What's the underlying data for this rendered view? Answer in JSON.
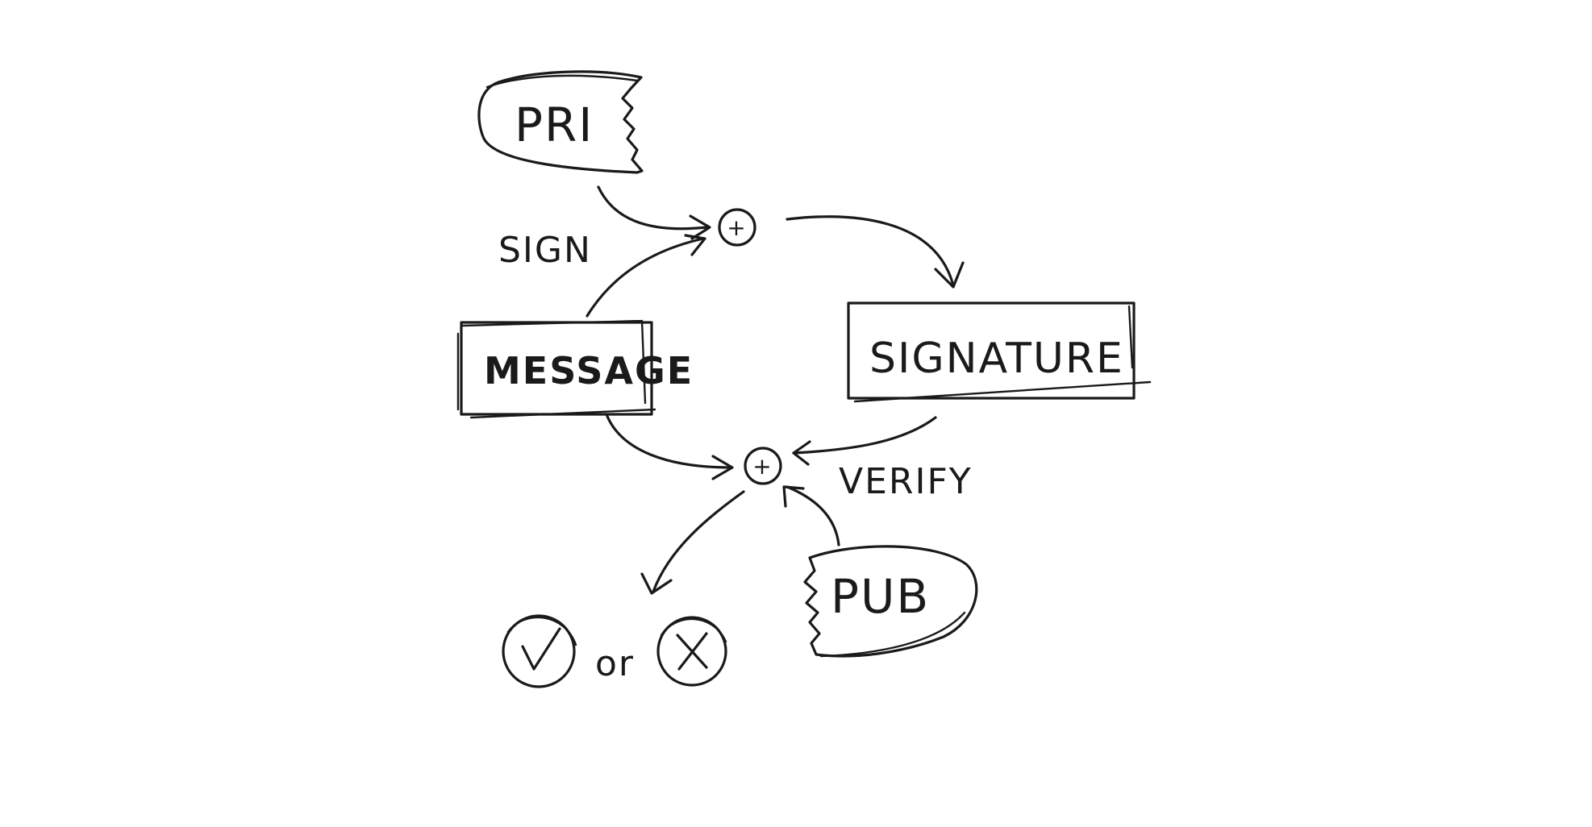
{
  "diagram": {
    "nodes": {
      "private_key": {
        "label": "PRI"
      },
      "message": {
        "label": "MESSAGE"
      },
      "signature": {
        "label": "SIGNATURE"
      },
      "public_key": {
        "label": "PUB"
      },
      "sign_op": {
        "symbol": "+"
      },
      "verify_op": {
        "symbol": "+"
      },
      "result_valid": {
        "symbol": "✓"
      },
      "result_invalid": {
        "symbol": "✕"
      }
    },
    "edge_labels": {
      "sign": "SIGN",
      "verify": "VERIFY",
      "or": "or"
    },
    "ink_color": "#1a1a1a",
    "background_color": "#ffffff"
  }
}
